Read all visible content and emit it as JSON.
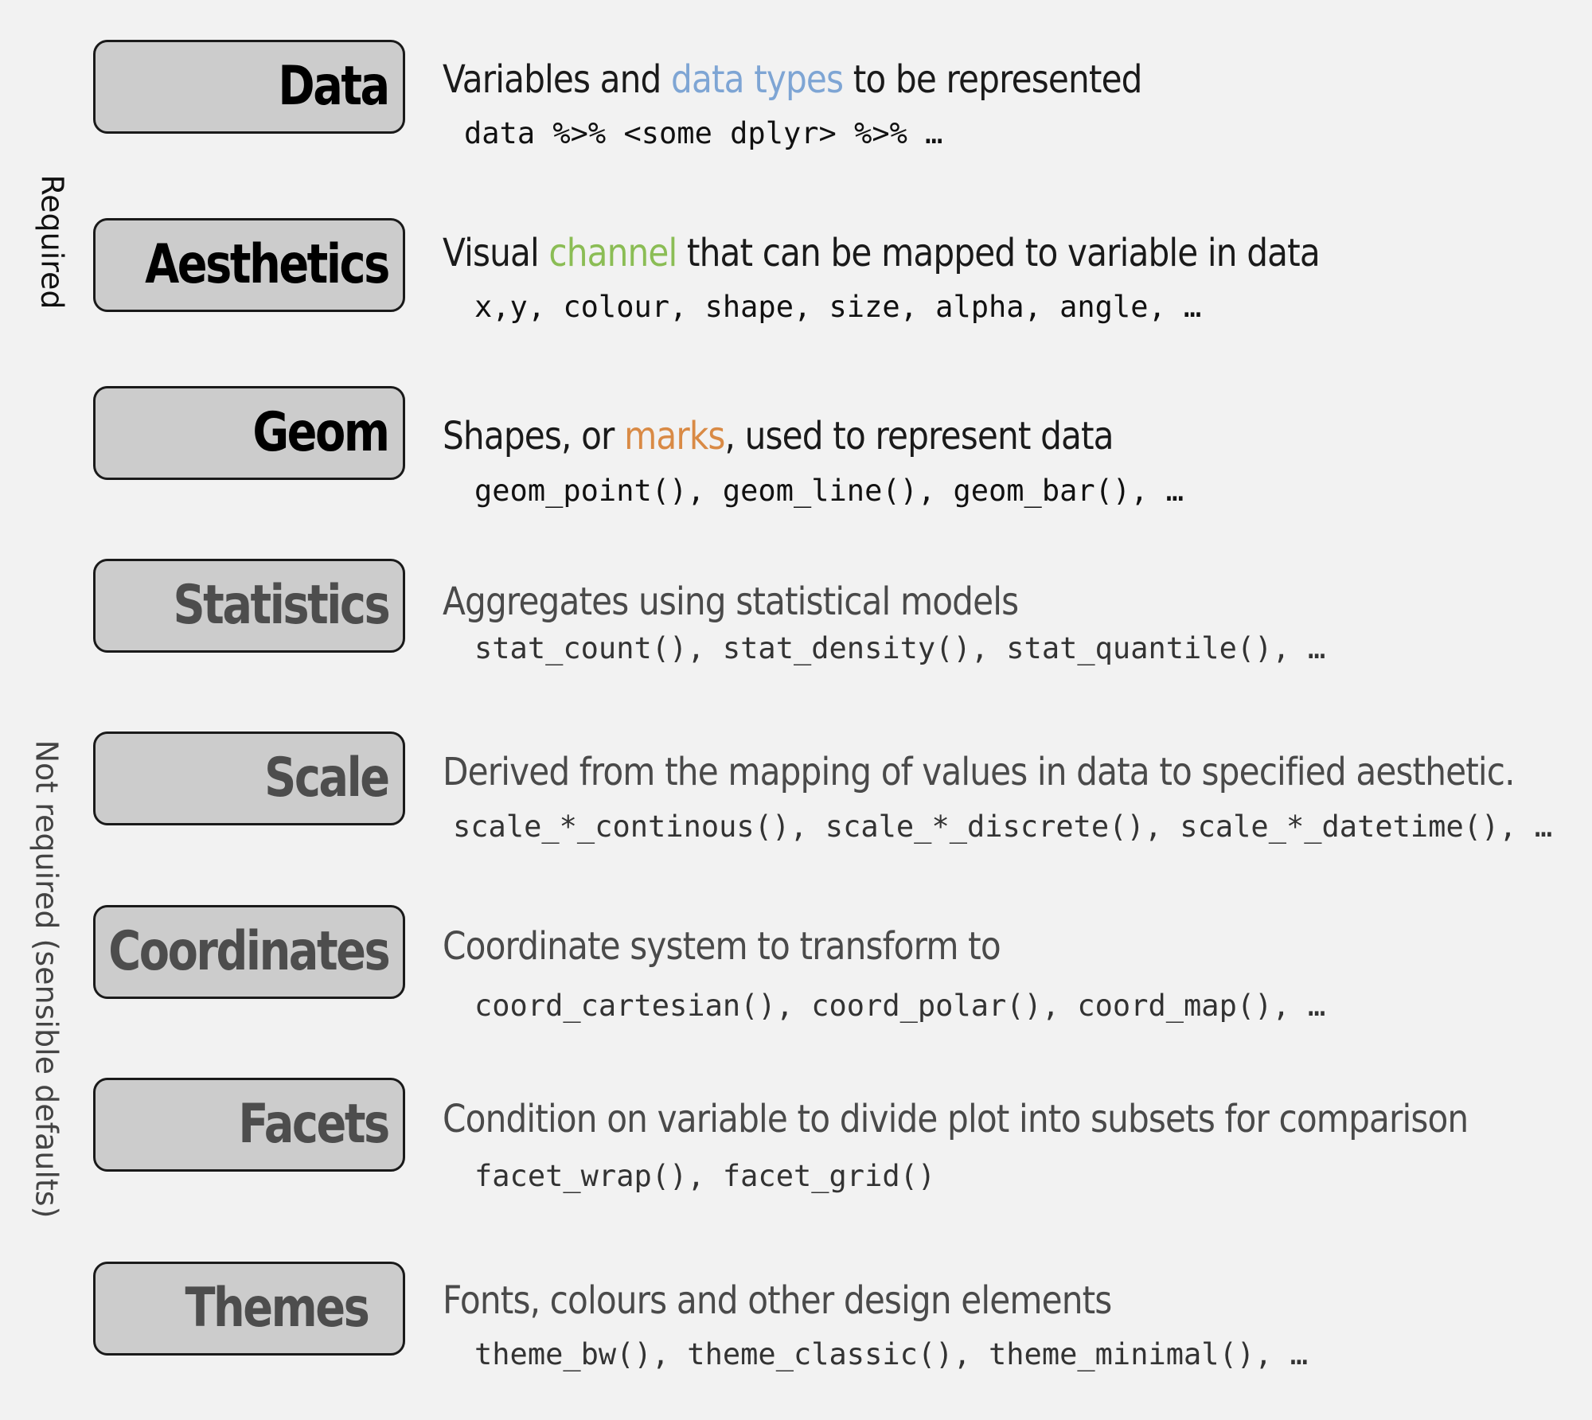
{
  "side_labels": {
    "required": "Required",
    "not_required": "Not required (sensible defaults)"
  },
  "colors": {
    "data_types": "#7ea5d4",
    "channel": "#8bbd55",
    "marks": "#d98a45",
    "box_fill": "#cccccc",
    "background": "#f2f2f2"
  },
  "layers": [
    {
      "name": "Data",
      "desc_before": "Variables and ",
      "desc_highlight": "data types",
      "desc_after": " to be represented",
      "code": "data %>% <some dplyr> %>% …"
    },
    {
      "name": "Aesthetics",
      "desc_before": "Visual ",
      "desc_highlight": "channel",
      "desc_after": " that can be mapped to variable in data",
      "code": "x,y, colour, shape, size, alpha, angle, …"
    },
    {
      "name": "Geom",
      "desc_before": "Shapes, or ",
      "desc_highlight": "marks",
      "desc_after": ", used to represent data",
      "code": "geom_point(), geom_line(), geom_bar(), …"
    },
    {
      "name": "Statistics",
      "desc": "Aggregates using statistical models",
      "code": "stat_count(), stat_density(), stat_quantile(), …"
    },
    {
      "name": "Scale",
      "desc": "Derived from the mapping of values in data to specified aesthetic.",
      "code": "scale_*_continous(), scale_*_discrete(), scale_*_datetime(), …"
    },
    {
      "name": "Coordinates",
      "desc": "Coordinate system to transform to",
      "code": "coord_cartesian(), coord_polar(), coord_map(), …"
    },
    {
      "name": "Facets",
      "desc": "Condition on variable to divide plot into subsets for comparison",
      "code": "facet_wrap(), facet_grid()"
    },
    {
      "name": "Themes",
      "desc": "Fonts, colours and other design elements",
      "code": "theme_bw(), theme_classic(), theme_minimal(), …"
    }
  ]
}
